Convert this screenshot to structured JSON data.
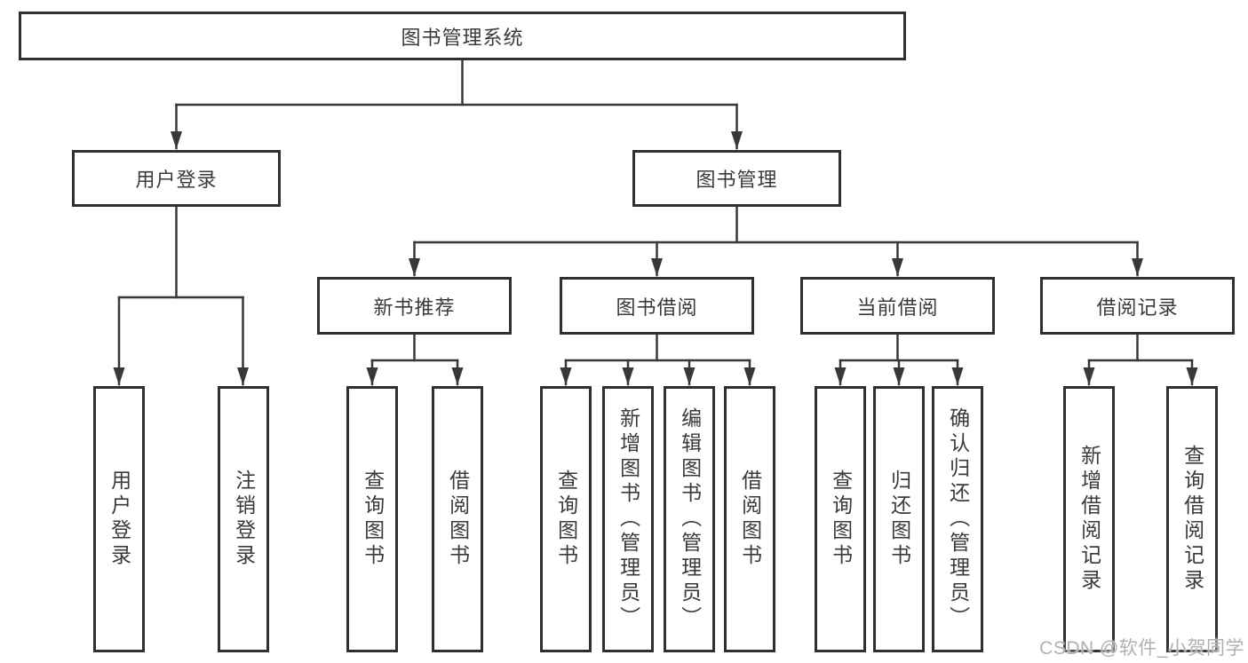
{
  "diagram_type": "hierarchy-tree",
  "colors": {
    "background": "#ffffff",
    "box_border": "#2f2f2f",
    "line": "#383838",
    "text": "#3a3a3a",
    "watermark": "#b0b0b0"
  },
  "tree": {
    "root": {
      "label": "图书管理系统",
      "children": [
        {
          "label": "用户登录",
          "children": [
            {
              "label": "用户登录"
            },
            {
              "label": "注销登录"
            }
          ]
        },
        {
          "label": "图书管理",
          "children": [
            {
              "label": "新书推荐",
              "children": [
                {
                  "label": "查询图书"
                },
                {
                  "label": "借阅图书"
                }
              ]
            },
            {
              "label": "图书借阅",
              "children": [
                {
                  "label": "查询图书"
                },
                {
                  "label": "新增图书（管理员）"
                },
                {
                  "label": "编辑图书（管理员）"
                },
                {
                  "label": "借阅图书"
                }
              ]
            },
            {
              "label": "当前借阅",
              "children": [
                {
                  "label": "查询图书"
                },
                {
                  "label": "归还图书"
                },
                {
                  "label": "确认归还（管理员）"
                }
              ]
            },
            {
              "label": "借阅记录",
              "children": [
                {
                  "label": "新增借阅记录"
                },
                {
                  "label": "查询借阅记录"
                }
              ]
            }
          ]
        }
      ]
    }
  },
  "watermark": {
    "text": "CSDN @软件_小贺同学"
  }
}
